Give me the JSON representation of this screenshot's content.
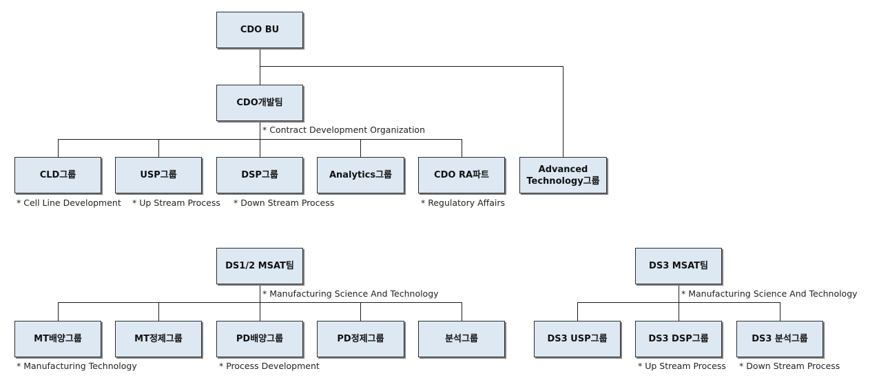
{
  "org": {
    "cdo_bu": "CDO BU",
    "cdo_dev_team": "CDO개발팀",
    "cdo_dev_note": "* Contract Development Organization",
    "cld_group": "CLD그룹",
    "cld_note": "* Cell Line Development",
    "usp_group": "USP그룹",
    "usp_note": "* Up Stream Process",
    "dsp_group": "DSP그룹",
    "dsp_note": "* Down Stream Process",
    "analytics_group": "Analytics그룹",
    "cdo_ra_part": "CDO RA파트",
    "ra_note": "* Regulatory Affairs",
    "adv_tech_line1": "Advanced",
    "adv_tech_line2": "Technology그룹",
    "ds12_msat": "DS1/2 MSAT팀",
    "ds12_note": "* Manufacturing Science And Technology",
    "mt_culture": "MT배양그룹",
    "mt_culture_note": "* Manufacturing Technology",
    "mt_purify": "MT정제그룹",
    "pd_culture": "PD배양그룹",
    "pd_culture_note": "* Process Development",
    "pd_purify": "PD정제그룹",
    "analysis_group": "분석그룹",
    "ds3_msat": "DS3 MSAT팀",
    "ds3_note": "* Manufacturing Science And Technology",
    "ds3_usp": "DS3 USP그룹",
    "ds3_dsp": "DS3 DSP그룹",
    "ds3_usp_note": "* Up Stream Process",
    "ds3_analysis": "DS3 분석그룹",
    "ds3_dsp_note": "* Down Stream Process"
  },
  "colors": {
    "box_fill": "#dde8f3",
    "box_border": "#2b2b2b",
    "connector": "#1a1a1a"
  }
}
